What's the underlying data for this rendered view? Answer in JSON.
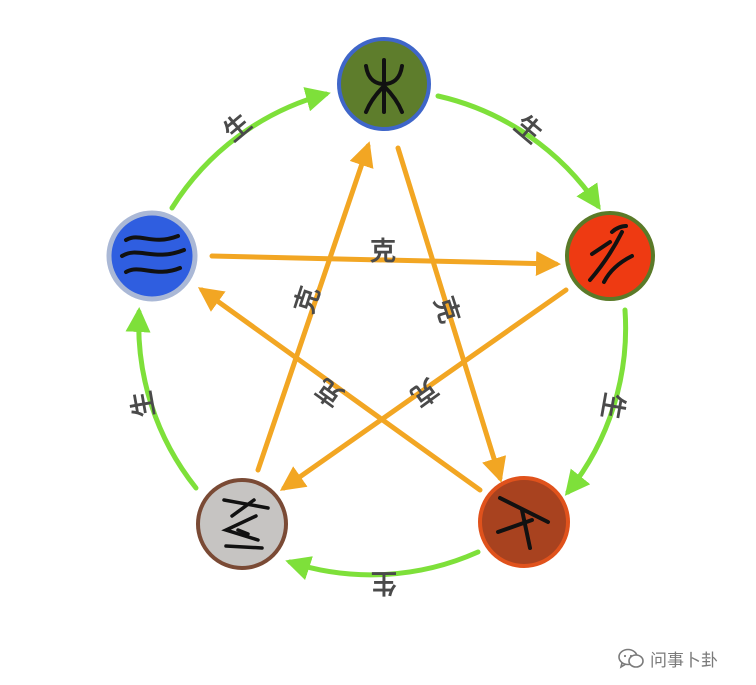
{
  "colors": {
    "generate_arrow": "#7ee03a",
    "overcome_arrow": "#f2a623",
    "label_text": "#4a4a4a",
    "wood_fill": "#5e7d2c",
    "fire_fill": "#ee3a12",
    "earth_fill": "#a8421f",
    "metal_fill": "#c6c4c2",
    "water_fill": "#2f5ee0"
  },
  "labels": {
    "generate": "生",
    "overcome": "克"
  },
  "elements": [
    {
      "id": "wood",
      "icon": "wood-seal-script-icon"
    },
    {
      "id": "fire",
      "icon": "fire-seal-script-icon"
    },
    {
      "id": "earth",
      "icon": "earth-seal-script-icon"
    },
    {
      "id": "metal",
      "icon": "metal-seal-script-icon"
    },
    {
      "id": "water",
      "icon": "water-seal-script-icon"
    }
  ],
  "watermark": {
    "icon": "wechat-logo-icon",
    "text": "问事卜卦"
  }
}
